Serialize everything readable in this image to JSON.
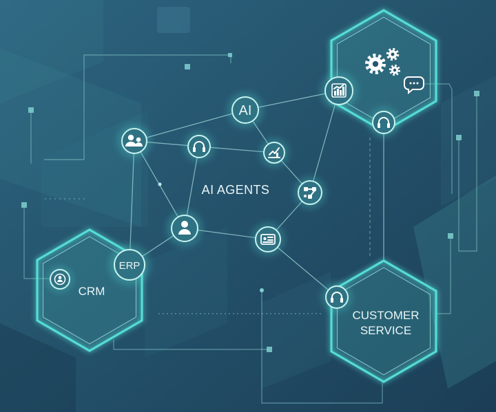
{
  "illustration": {
    "center_label": "AI AGENTS",
    "ai_node_label": "AI",
    "erp_label": "ERP",
    "crm_label": "CRM",
    "customer_service_lines": [
      "CUSTOMER",
      "SERVICE"
    ]
  },
  "icons": {
    "network_nodes": [
      "users-icon",
      "headset-icon",
      "check-chart-icon",
      "bar-chart-icon",
      "workflow-icon",
      "user-icon",
      "id-card-icon",
      "crm-icon"
    ],
    "top_hexagon": [
      "gears-icon",
      "chat-bubble-icon",
      "headset-icon"
    ],
    "customer_service_hexagon": [
      "headset-icon"
    ]
  },
  "colors": {
    "background": "#1f4a63",
    "accent": "#55ddd5",
    "node_fill": "#2f7283",
    "text": "#e9f5f6"
  }
}
